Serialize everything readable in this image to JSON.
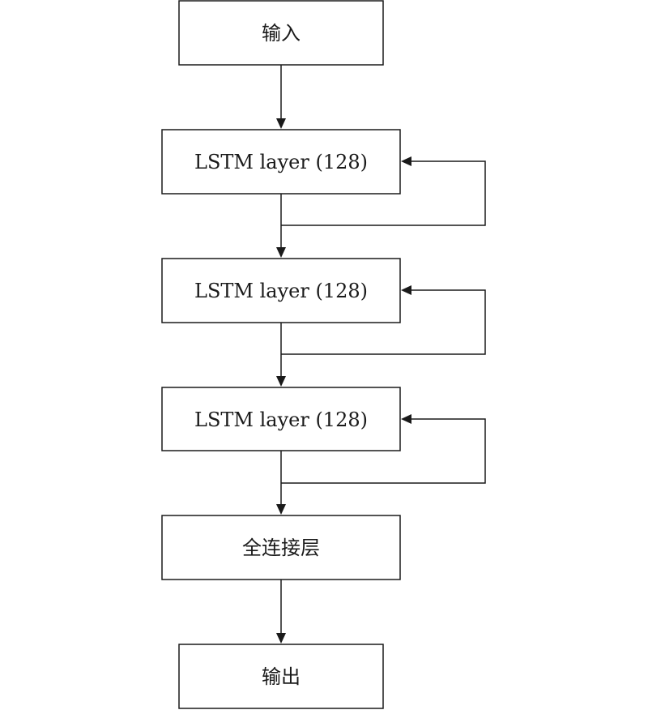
{
  "nodes": [
    {
      "id": "input",
      "label": "输入"
    },
    {
      "id": "lstm-1",
      "label": "LSTM layer (128)"
    },
    {
      "id": "lstm-2",
      "label": "LSTM layer (128)"
    },
    {
      "id": "lstm-3",
      "label": "LSTM layer (128)"
    },
    {
      "id": "dense",
      "label": "全连接层"
    },
    {
      "id": "output",
      "label": "输出"
    }
  ],
  "edges": [
    {
      "from": "input",
      "to": "lstm-1"
    },
    {
      "from": "lstm-1",
      "to": "lstm-2"
    },
    {
      "from": "lstm-2",
      "to": "lstm-3"
    },
    {
      "from": "lstm-3",
      "to": "dense"
    },
    {
      "from": "dense",
      "to": "output"
    }
  ],
  "loops": [
    {
      "node": "lstm-1"
    },
    {
      "node": "lstm-2"
    },
    {
      "node": "lstm-3"
    }
  ],
  "colors": {
    "stroke": "#1a1a1a",
    "fill": "#ffffff",
    "text": "#1a1a1a"
  }
}
